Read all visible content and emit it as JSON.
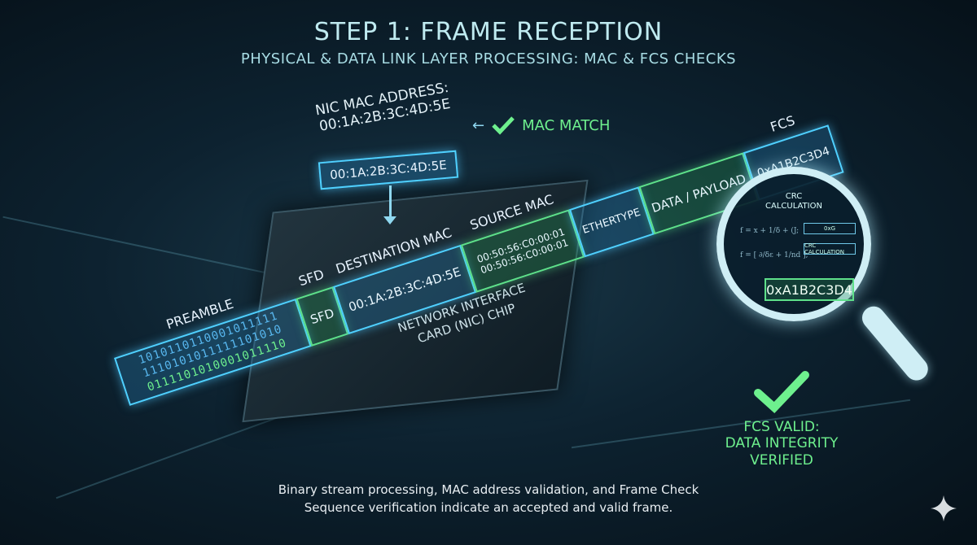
{
  "title": "STEP 1: FRAME RECEPTION",
  "subtitle": "PHYSICAL & DATA LINK LAYER PROCESSING: MAC & FCS CHECKS",
  "nic": {
    "label_line1": "NIC MAC ADDRESS:",
    "label_line2": "00:1A:2B:3C:4D:5E",
    "box": "00:1A:2B:3C:4D:5E"
  },
  "mac_match": "MAC MATCH",
  "frame": {
    "preamble": {
      "label": "PREAMBLE",
      "bits": [
        "1010110110001011111",
        "1110101011111101010",
        "0111101010001011110"
      ]
    },
    "sfd": {
      "label": "SFD",
      "value": "SFD"
    },
    "destination_mac": {
      "label": "DESTINATION MAC",
      "value": "00:1A:2B:3C:4D:5E"
    },
    "source_mac": {
      "label": "SOURCE MAC",
      "value_line1": "00:50:56:C0:00:01",
      "value_line2": "00:50:56:C0:00:01"
    },
    "ethertype": {
      "value": "ETHERTYPE"
    },
    "payload": {
      "value": "DATA / PAYLOAD"
    },
    "fcs": {
      "label": "FCS",
      "value": "0xA1B2C3D4"
    }
  },
  "chip": {
    "line1": "NETWORK INTERFACE",
    "line2": "CARD (NIC) CHIP"
  },
  "crc": {
    "title_line1": "CRC",
    "title_line2": "CALCULATION",
    "step1": "0xG",
    "step2": "CRC CALCULATION",
    "result": "0xA1B2C3D4"
  },
  "fcs_valid": {
    "line1": "FCS VALID:",
    "line2": "DATA INTEGRITY",
    "line3": "VERIFIED"
  },
  "caption": {
    "line1": "Binary stream processing, MAC address validation, and Frame Check",
    "line2": "Sequence verification indicate an accepted and valid frame."
  },
  "colors": {
    "accent_blue": "#4fd0ff",
    "accent_green": "#6ef08e"
  }
}
